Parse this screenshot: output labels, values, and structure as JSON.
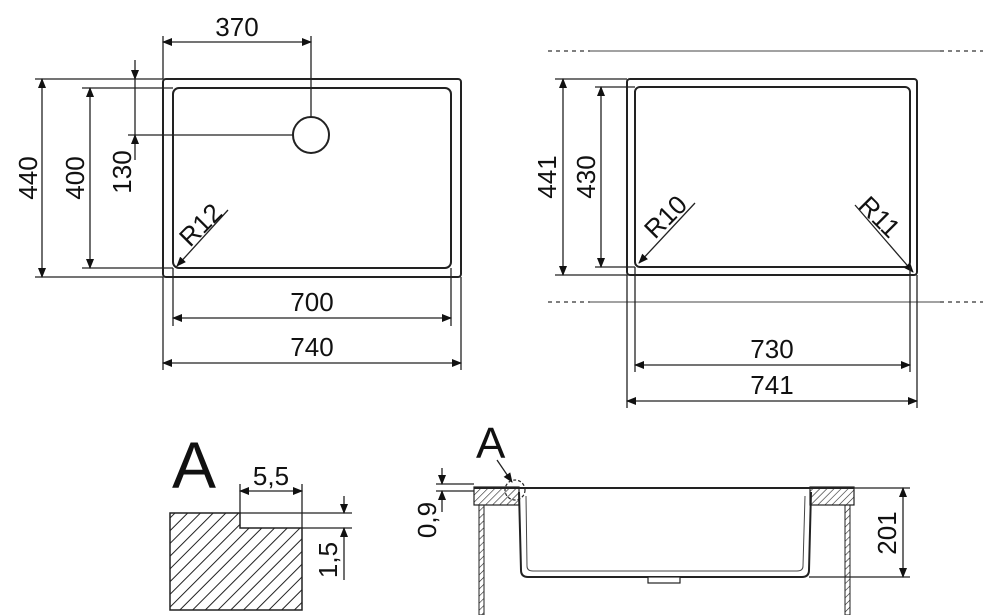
{
  "drawing": {
    "sink_left": {
      "dim_370": "370",
      "dim_440": "440",
      "dim_400": "400",
      "dim_130": "130",
      "radius": "R12",
      "dim_700": "700",
      "dim_740": "740"
    },
    "sink_right": {
      "dim_441": "441",
      "dim_430": "430",
      "radius_left": "R10",
      "radius_right": "R11",
      "dim_730": "730",
      "dim_741": "741"
    },
    "detail": {
      "label": "A",
      "dim_5_5": "5,5",
      "dim_1_5": "1,5"
    },
    "section": {
      "label": "A",
      "dim_0_9": "0,9",
      "dim_201": "201"
    }
  }
}
